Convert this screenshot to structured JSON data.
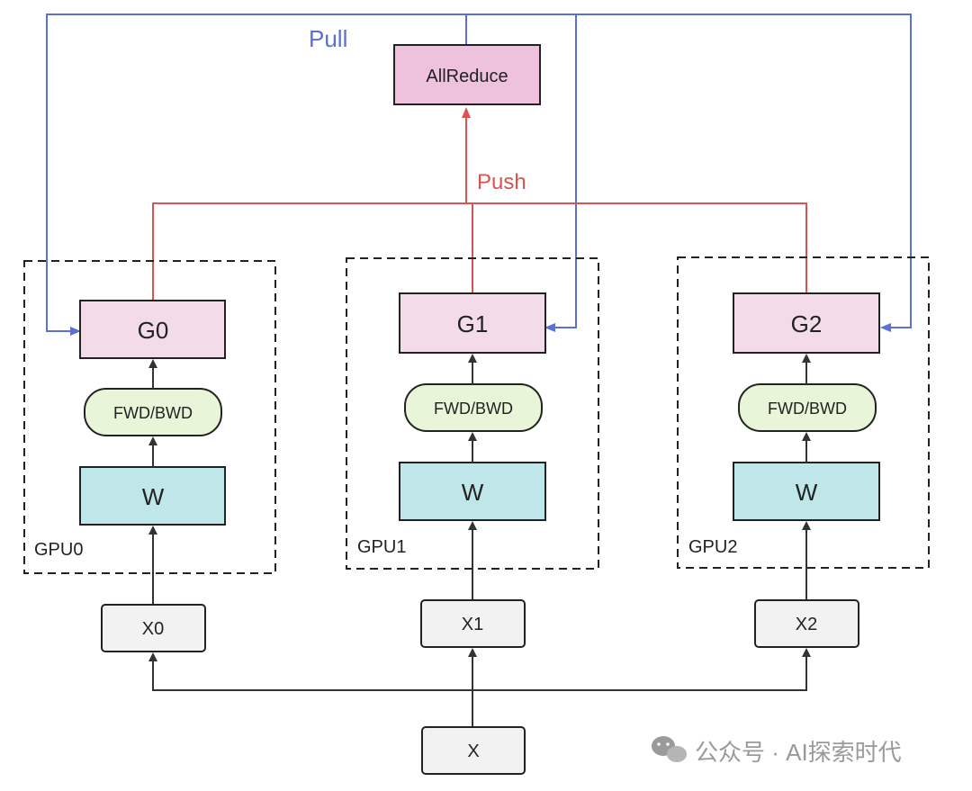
{
  "allreduce": {
    "label": "AllReduce"
  },
  "labels": {
    "pull": "Pull",
    "push": "Push"
  },
  "gpus": [
    {
      "name": "GPU0",
      "grad": "G0",
      "fwdbwd": "FWD/BWD",
      "weight": "W",
      "input": "X0"
    },
    {
      "name": "GPU1",
      "grad": "G1",
      "fwdbwd": "FWD/BWD",
      "weight": "W",
      "input": "X1"
    },
    {
      "name": "GPU2",
      "grad": "G2",
      "fwdbwd": "FWD/BWD",
      "weight": "W",
      "input": "X2"
    }
  ],
  "source": {
    "label": "X"
  },
  "watermark": {
    "text": "公众号 · AI探索时代"
  },
  "colors": {
    "pull": "#5a6fd8",
    "push": "#d9534f",
    "grad_fill": "#f3dbe9",
    "allreduce_fill": "#eec1dc",
    "fwd_fill": "#e8f5d8",
    "weight_fill": "#bfe6e8",
    "input_fill": "#f2f2f2",
    "arrow": "#333333"
  }
}
